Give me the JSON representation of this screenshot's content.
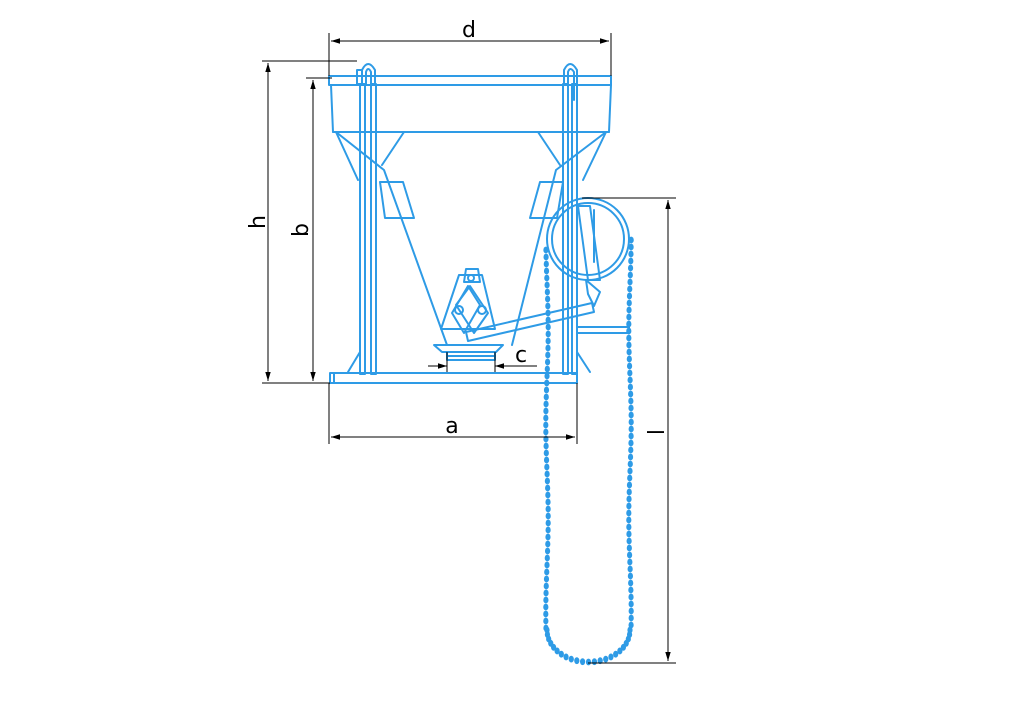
{
  "colors": {
    "outline": "#2e9be6",
    "dimension": "#000000",
    "background": "#ffffff"
  },
  "dimensions": {
    "d": "d",
    "h": "h",
    "b": "b",
    "c": "c",
    "a": "a",
    "l": "l"
  }
}
